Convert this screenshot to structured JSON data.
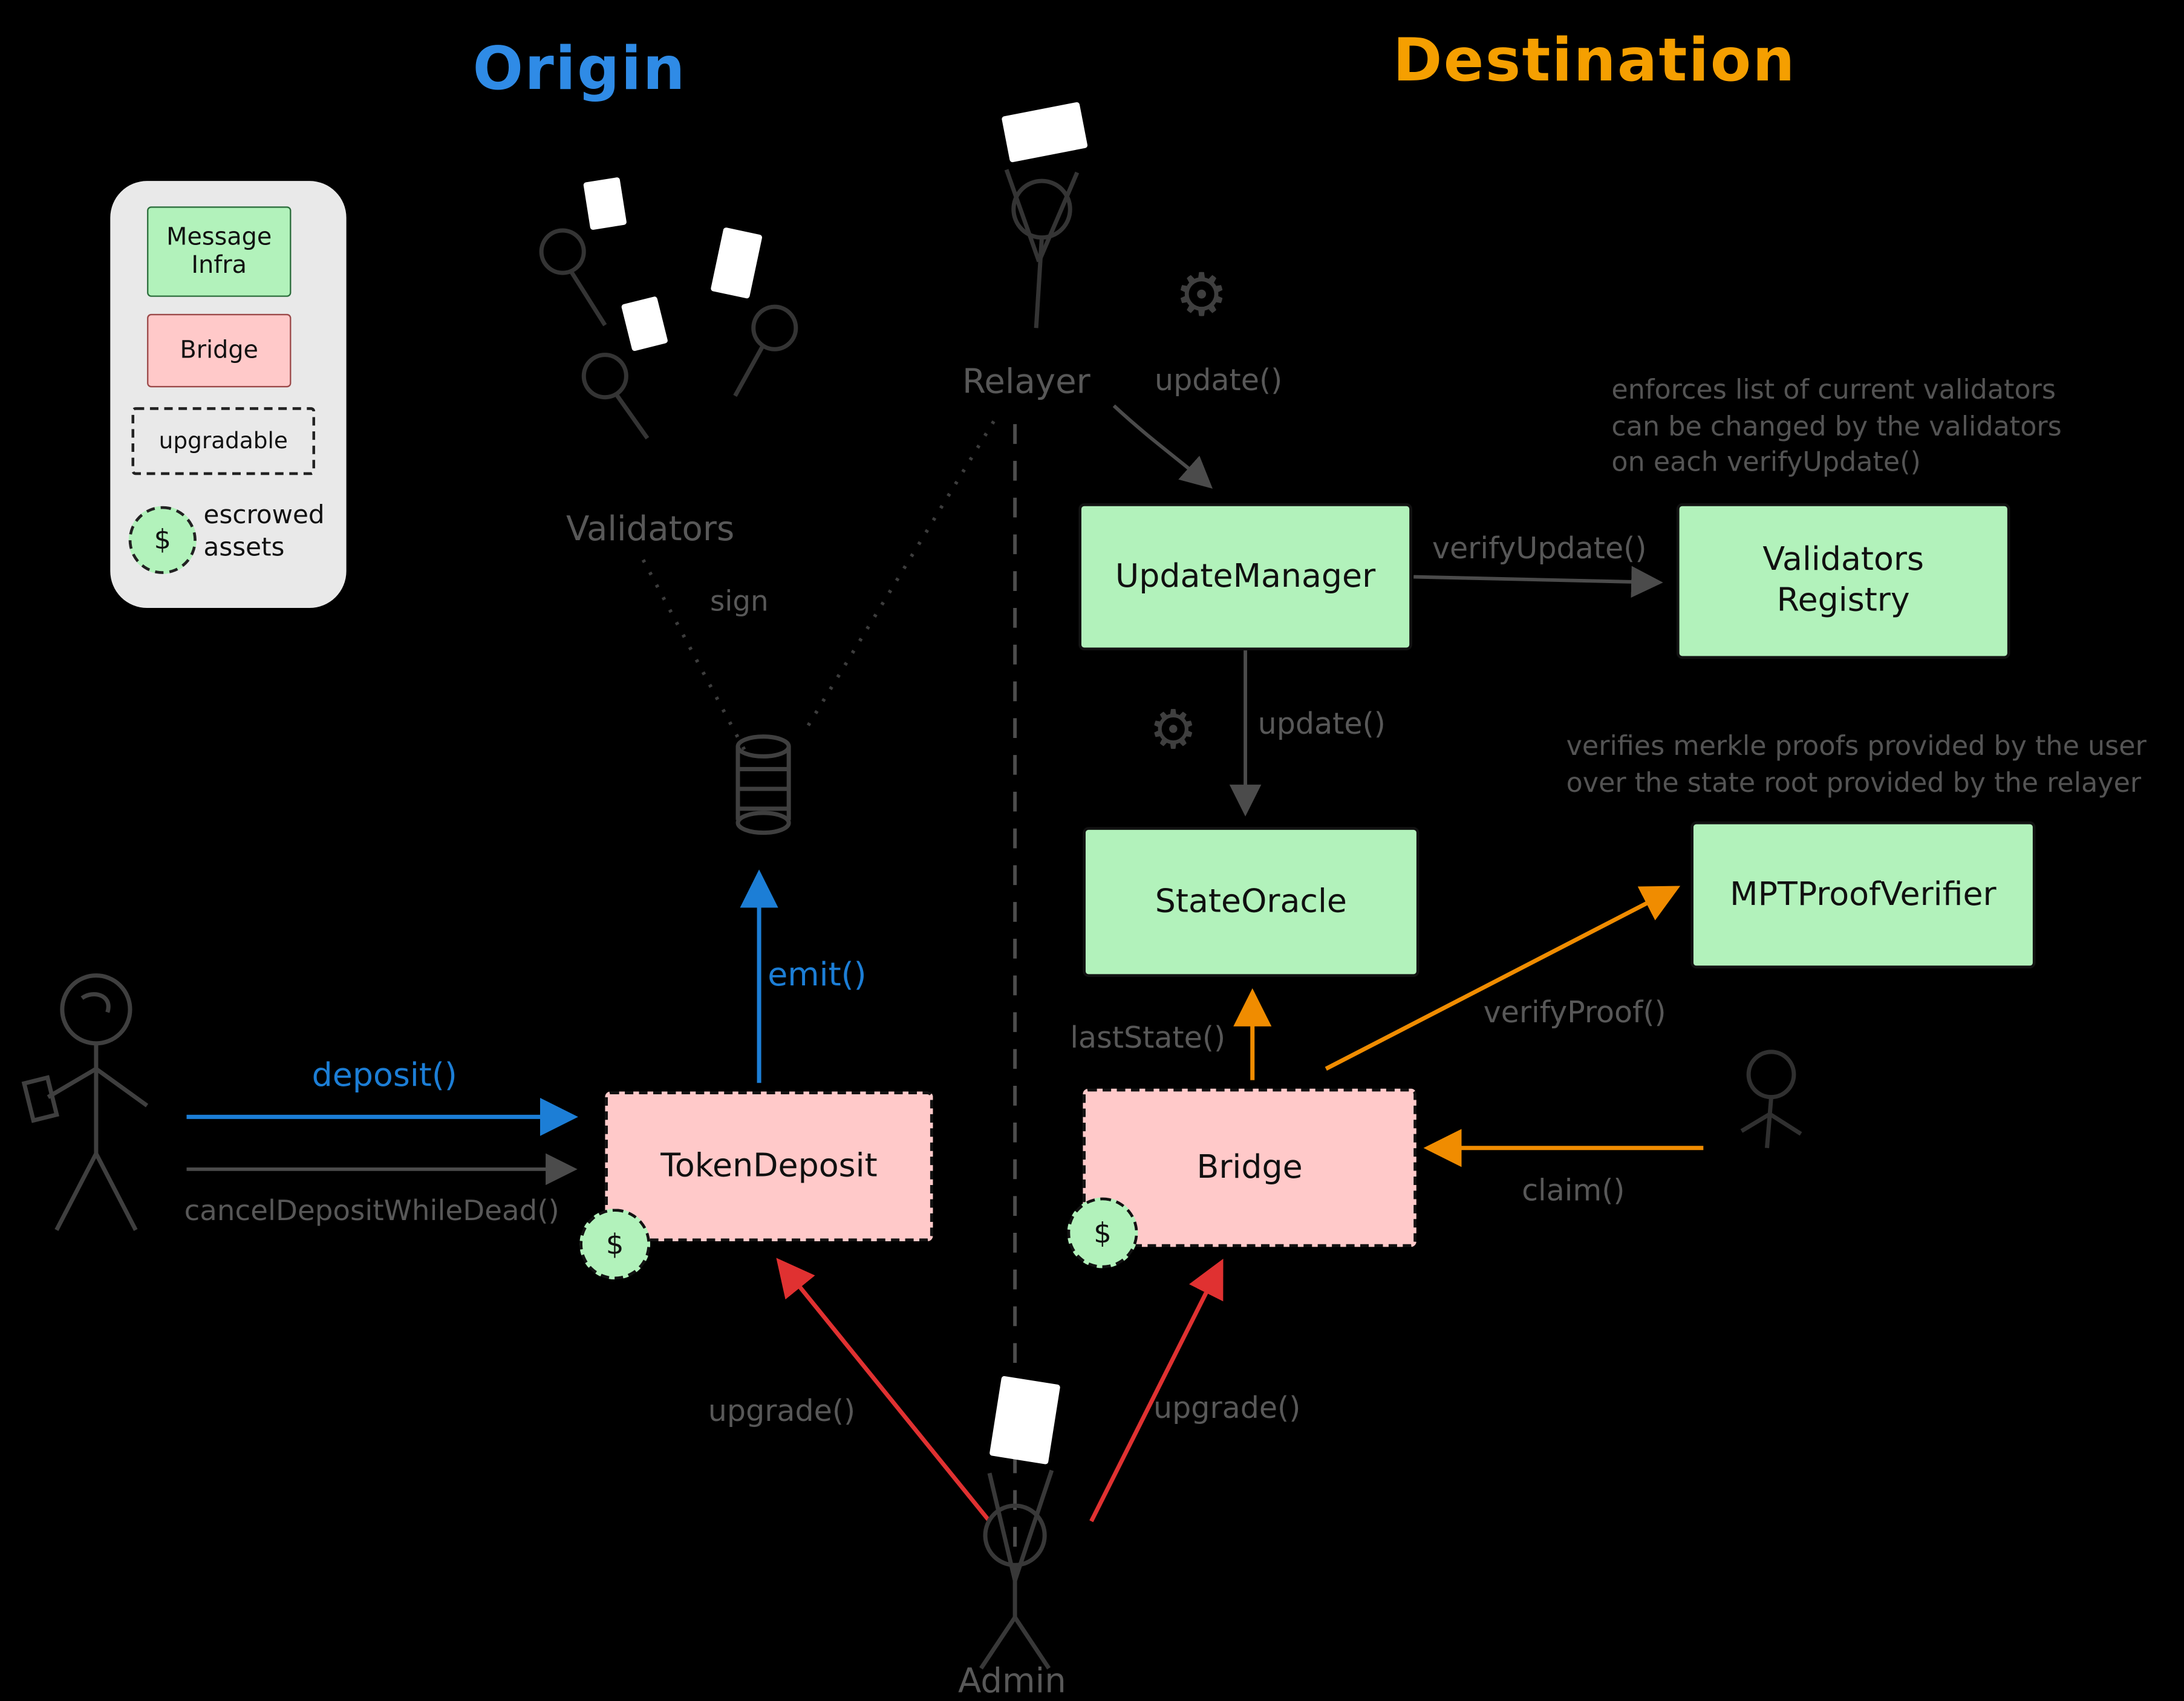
{
  "titles": {
    "origin": "Origin",
    "destination": "Destination"
  },
  "legend": {
    "message_infra": "Message\nInfra",
    "bridge": "Bridge",
    "upgradable": "upgradable",
    "escrowed_assets": "escrowed\nassets",
    "dollar": "$"
  },
  "nodes": {
    "update_manager": "UpdateManager",
    "validators_registry": "Validators\nRegistry",
    "state_oracle": "StateOracle",
    "mpt_proof_verifier": "MPTProofVerifier",
    "token_deposit": "TokenDeposit",
    "bridge": "Bridge",
    "dollar_badge": "$"
  },
  "actors": {
    "relayer": "Relayer",
    "validators": "Validators",
    "admin": "Admin"
  },
  "edge_labels": {
    "sign": "sign",
    "update_relayer": "update()",
    "verify_update": "verifyUpdate()",
    "update_oracle": "update()",
    "last_state": "lastState()",
    "verify_proof": "verifyProof()",
    "claim": "claim()",
    "deposit": "deposit()",
    "cancel_deposit": "cancelDepositWhileDead()",
    "emit": "emit()",
    "upgrade_token_deposit": "upgrade()",
    "upgrade_bridge": "upgrade()"
  },
  "annotations": {
    "validators_registry_note": "enforces list of current validators\ncan be changed by the validators\non each verifyUpdate()",
    "mpt_verifier_note": "verifies merkle proofs provided by the user\nover the state root provided by the relayer"
  },
  "colors": {
    "background": "#000000",
    "message_infra_green": "#b2f2bb",
    "bridge_pink": "#ffc9c9",
    "blue_arrow": "#1c7ed6",
    "orange_arrow": "#f08c00",
    "red_arrow": "#e03131",
    "gray_label": "#585858",
    "legend_background": "#e9e9e9"
  }
}
